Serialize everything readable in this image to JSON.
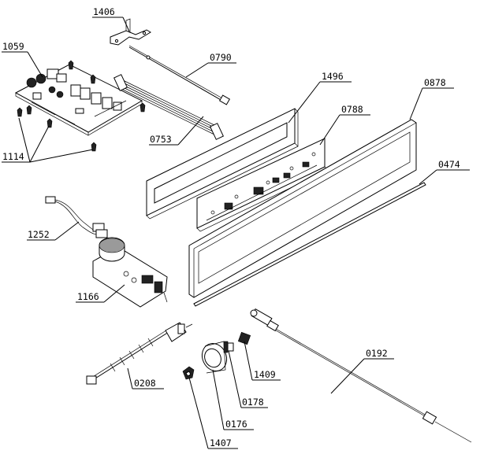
{
  "diagram": {
    "parts": [
      {
        "id": "p1406",
        "code": "1406"
      },
      {
        "id": "p1059",
        "code": "1059"
      },
      {
        "id": "p0790",
        "code": "0790"
      },
      {
        "id": "p1496",
        "code": "1496"
      },
      {
        "id": "p0878",
        "code": "0878"
      },
      {
        "id": "p0788",
        "code": "0788"
      },
      {
        "id": "p0753",
        "code": "0753"
      },
      {
        "id": "p1114",
        "code": "1114"
      },
      {
        "id": "p0474",
        "code": "0474"
      },
      {
        "id": "p1252",
        "code": "1252"
      },
      {
        "id": "p1166",
        "code": "1166"
      },
      {
        "id": "p0192",
        "code": "0192"
      },
      {
        "id": "p1409",
        "code": "1409"
      },
      {
        "id": "p0208",
        "code": "0208"
      },
      {
        "id": "p0178",
        "code": "0178"
      },
      {
        "id": "p0176",
        "code": "0176"
      },
      {
        "id": "p1407",
        "code": "1407"
      }
    ]
  }
}
